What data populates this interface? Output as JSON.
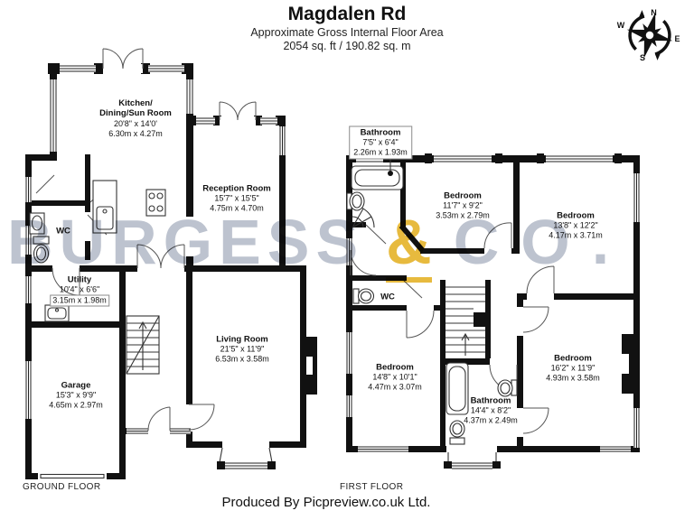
{
  "header": {
    "title": "Magdalen Rd",
    "subtitle": "Approximate Gross Internal Floor Area",
    "area": "2054 sq. ft / 190.82 sq. m"
  },
  "compass": {
    "north": "N",
    "east": "E",
    "south": "S",
    "west": "W"
  },
  "watermark": {
    "word1": "BURGESS",
    "ampersand": "&",
    "word2": "CO.",
    "color": "#96a1b4",
    "accent": "#e7ba3e"
  },
  "ground_floor": {
    "label": "GROUND FLOOR",
    "rooms": {
      "kitchen": {
        "name": "Kitchen/\nDining/Sun Room",
        "imperial": "20'8\" x 14'0'",
        "metric": "6.30m x 4.27m"
      },
      "reception": {
        "name": "Reception Room",
        "imperial": "15'7\" x 15'5\"",
        "metric": "4.75m x 4.70m"
      },
      "wc": {
        "name": "WC"
      },
      "utility": {
        "name": "Utility",
        "imperial": "10'4\" x 6'6\"",
        "metric": "3.15m x 1.98m"
      },
      "garage": {
        "name": "Garage",
        "imperial": "15'3\" x 9'9\"",
        "metric": "4.65m x 2.97m"
      },
      "living": {
        "name": "Living Room",
        "imperial": "21'5\" x 11'9\"",
        "metric": "6.53m x 3.58m"
      }
    }
  },
  "first_floor": {
    "label": "FIRST FLOOR",
    "rooms": {
      "bathroom_front": {
        "name": "Bathroom",
        "imperial": "7'5\" x 6'4\"",
        "metric": "2.26m x 1.93m"
      },
      "bedroom_front": {
        "name": "Bedroom",
        "imperial": "11'7\" x 9'2\"",
        "metric": "3.53m x 2.79m"
      },
      "bedroom_right": {
        "name": "Bedroom",
        "imperial": "13'8\" x 12'2\"",
        "metric": "4.17m x 3.71m"
      },
      "wc": {
        "name": "WC"
      },
      "bedroom_back_left": {
        "name": "Bedroom",
        "imperial": "14'8\" x 10'1\"",
        "metric": "4.47m x 3.07m"
      },
      "bathroom_back": {
        "name": "Bathroom",
        "imperial": "14'4\" x 8'2\"",
        "metric": "4.37m x 2.49m"
      },
      "bedroom_back_right": {
        "name": "Bedroom",
        "imperial": "16'2\" x 11'9\"",
        "metric": "4.93m x 3.58m"
      }
    }
  },
  "footer": {
    "credit": "Produced By Picpreview.co.uk Ltd."
  }
}
